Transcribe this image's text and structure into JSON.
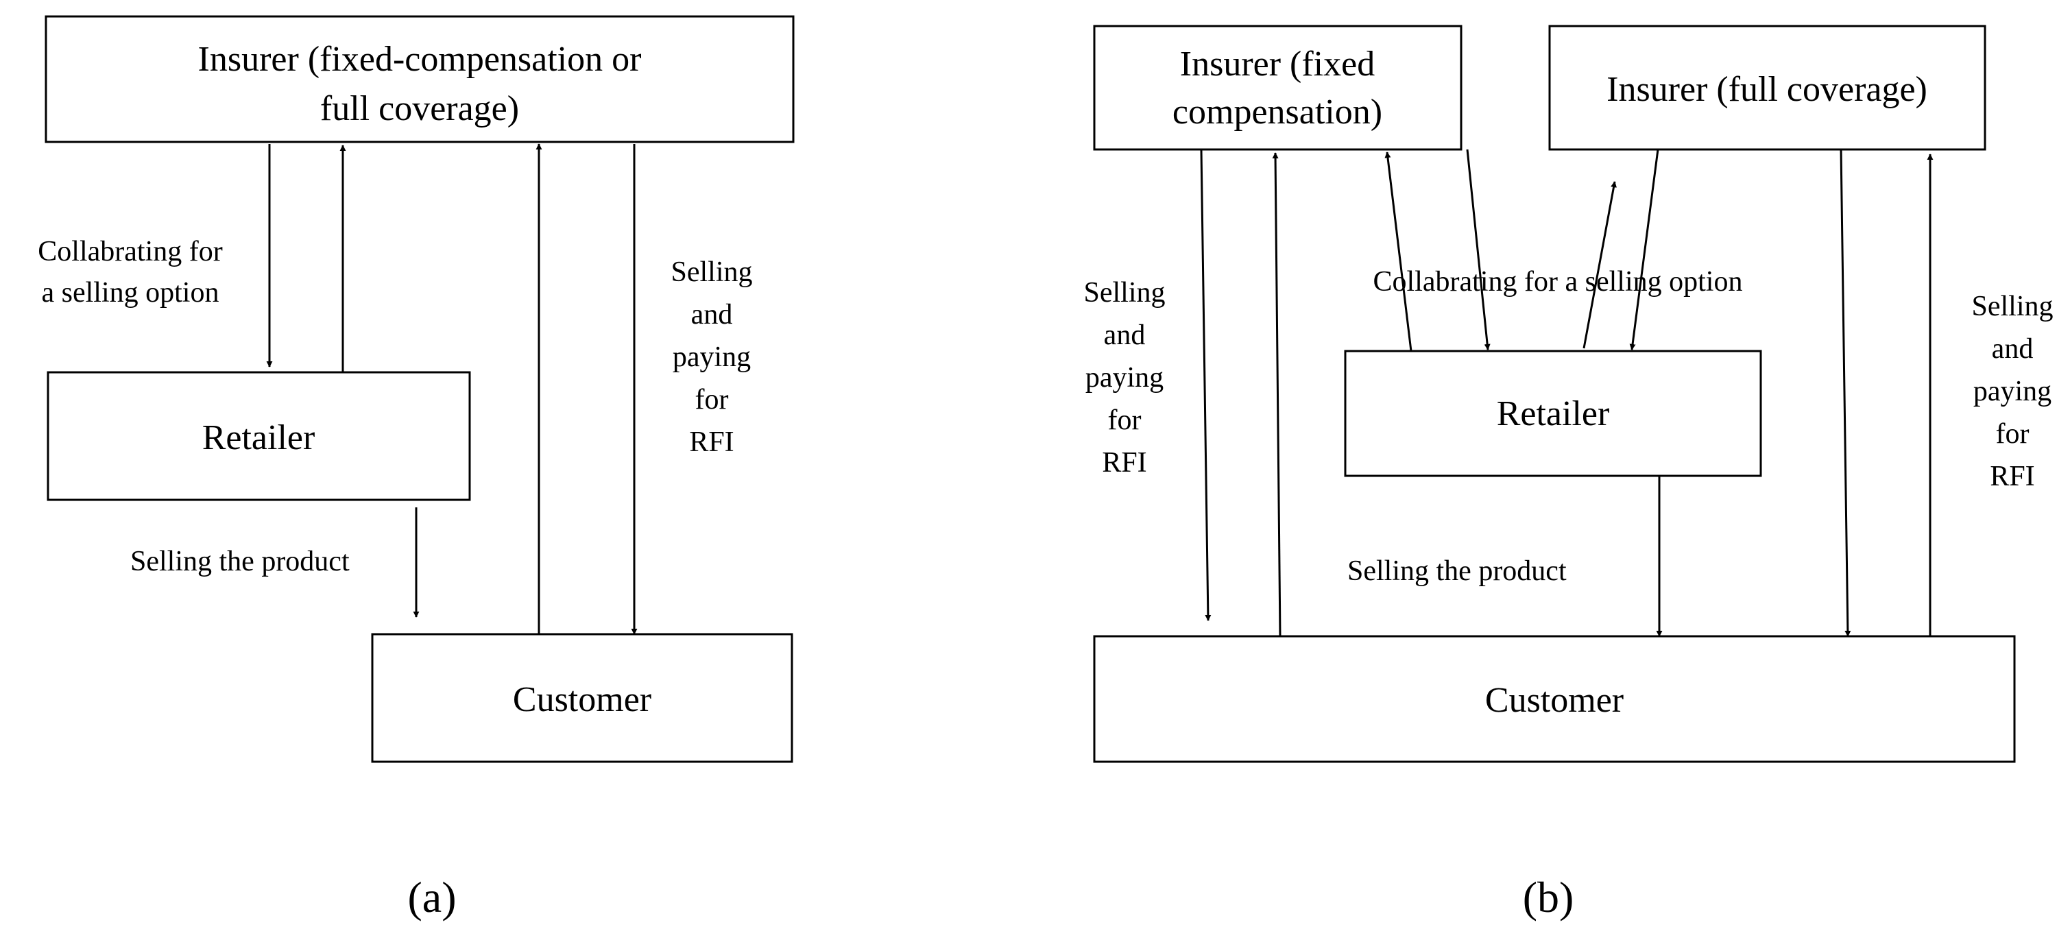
{
  "panel_a": {
    "tag": "(a)",
    "insurer": [
      "Insurer (fixed-compensation or",
      "full coverage)"
    ],
    "retailer": "Retailer",
    "customer": "Customer",
    "collab": [
      "Collabrating for",
      "a selling option"
    ],
    "selling_product": "Selling the product",
    "rfi": [
      "Selling",
      "and",
      "paying",
      "for",
      "RFI"
    ]
  },
  "panel_b": {
    "tag": "(b)",
    "insurer_fixed": [
      "Insurer (fixed",
      "compensation)"
    ],
    "insurer_full": "Insurer (full coverage)",
    "retailer": "Retailer",
    "customer": "Customer",
    "collab": "Collabrating for a selling option",
    "selling_product": "Selling the product",
    "rfi_left": [
      "Selling",
      "and",
      "paying",
      "for",
      "RFI"
    ],
    "rfi_right": [
      "Selling",
      "and",
      "paying",
      "for",
      "RFI"
    ]
  }
}
